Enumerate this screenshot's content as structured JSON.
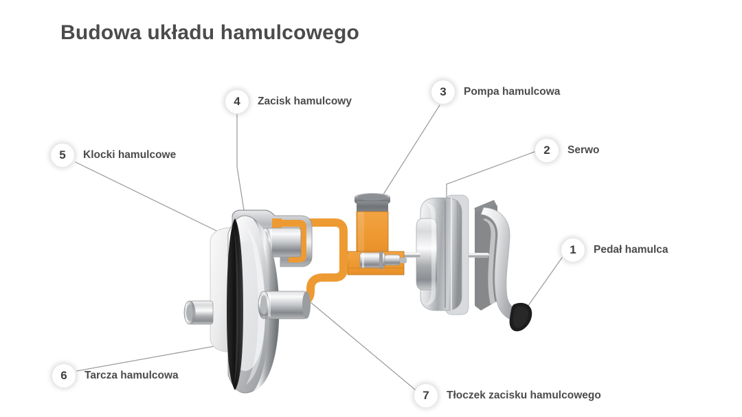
{
  "page": {
    "title": "Budowa układu hamulcowego",
    "background_color": "#ffffff",
    "text_color": "#4b4b4b",
    "accent_color": "#ee9a33",
    "leader_line_color": "#9b9b9b",
    "badge_color": "#ffffff"
  },
  "callouts": [
    {
      "number": "1",
      "label": "Pedał hamulca",
      "align": "left"
    },
    {
      "number": "2",
      "label": "Serwo",
      "align": "left"
    },
    {
      "number": "3",
      "label": "Pompa hamulcowa",
      "align": "left"
    },
    {
      "number": "4",
      "label": "Zacisk hamulcowy",
      "align": "left"
    },
    {
      "number": "5",
      "label": "Klocki hamulcowe",
      "align": "left"
    },
    {
      "number": "6",
      "label": "Tarcza hamulcowa",
      "align": "left"
    },
    {
      "number": "7",
      "label": "Tłoczek zacisku hamulcowego",
      "align": "left"
    }
  ],
  "diagram": {
    "kind": "exploded-technical-illustration",
    "subject": "automotive hydraulic brake system",
    "parts": [
      "brake-pedal",
      "vacuum-booster",
      "master-cylinder",
      "brake-hose",
      "brake-caliper",
      "brake-pads",
      "brake-disc",
      "caliper-piston"
    ]
  }
}
